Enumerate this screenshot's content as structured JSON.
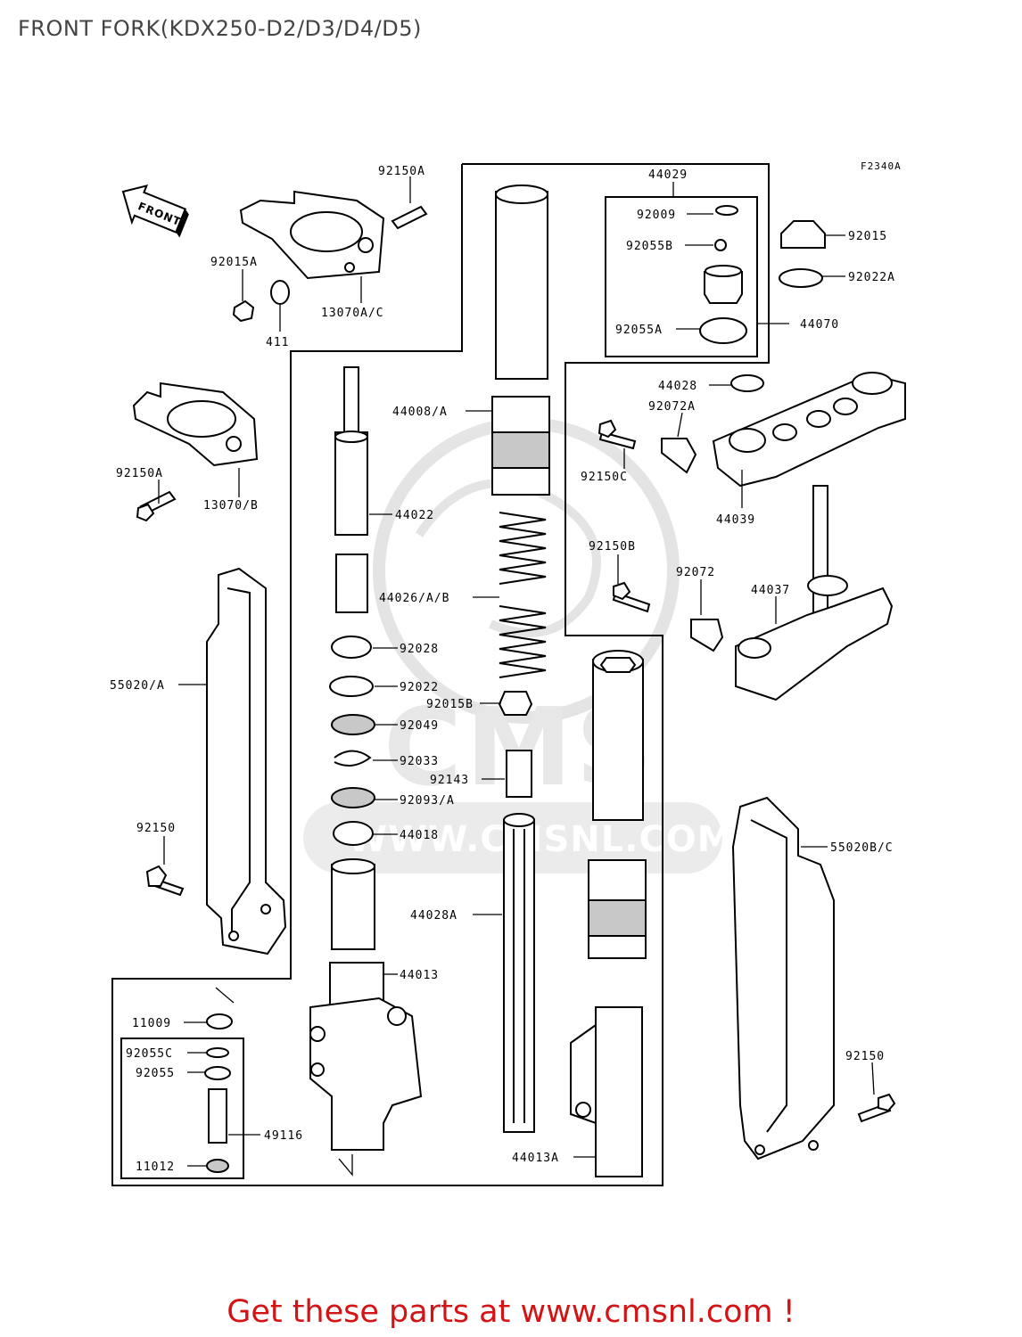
{
  "header": {
    "title": "FRONT FORK(KDX250-D2/D3/D4/D5)"
  },
  "diagram": {
    "ref_code": "F2340A",
    "front_label": "FRONT",
    "watermark": {
      "brand": "CMS",
      "url": "WWW.CMSNL.COM"
    },
    "part_labels": {
      "p92150A_top": "92150A",
      "p92015A": "92015A",
      "p13070AC": "13070A/C",
      "p411": "411",
      "p92150A_mid": "92150A",
      "p13070B": "13070/B",
      "p55020A": "55020/A",
      "p92150_left": "92150",
      "p44029": "44029",
      "p92009": "92009",
      "p92055B": "92055B",
      "p92055A": "92055A",
      "p44070": "44070",
      "p92015": "92015",
      "p92022A": "92022A",
      "p44008A": "44008/A",
      "p44022": "44022",
      "p44026AB": "44026/A/B",
      "p92028": "92028",
      "p92022": "92022",
      "p92015B": "92015B",
      "p92049": "92049",
      "p92033": "92033",
      "p92143": "92143",
      "p92093A": "92093/A",
      "p44018": "44018",
      "p44028A": "44028A",
      "p44013": "44013",
      "p44013A": "44013A",
      "p11009": "11009",
      "p92055C": "92055C",
      "p92055": "92055",
      "p49116": "49116",
      "p11012": "11012",
      "p44028": "44028",
      "p92072A": "92072A",
      "p92150C": "92150C",
      "p44039": "44039",
      "p92150B": "92150B",
      "p92072": "92072",
      "p44037": "44037",
      "p55020BC": "55020B/C",
      "p92150_right": "92150"
    }
  },
  "footer": {
    "cta": "Get these parts at www.cmsnl.com !"
  },
  "colors": {
    "cta": "#d41414",
    "title": "#444444",
    "watermark": "#cfcfcf"
  }
}
